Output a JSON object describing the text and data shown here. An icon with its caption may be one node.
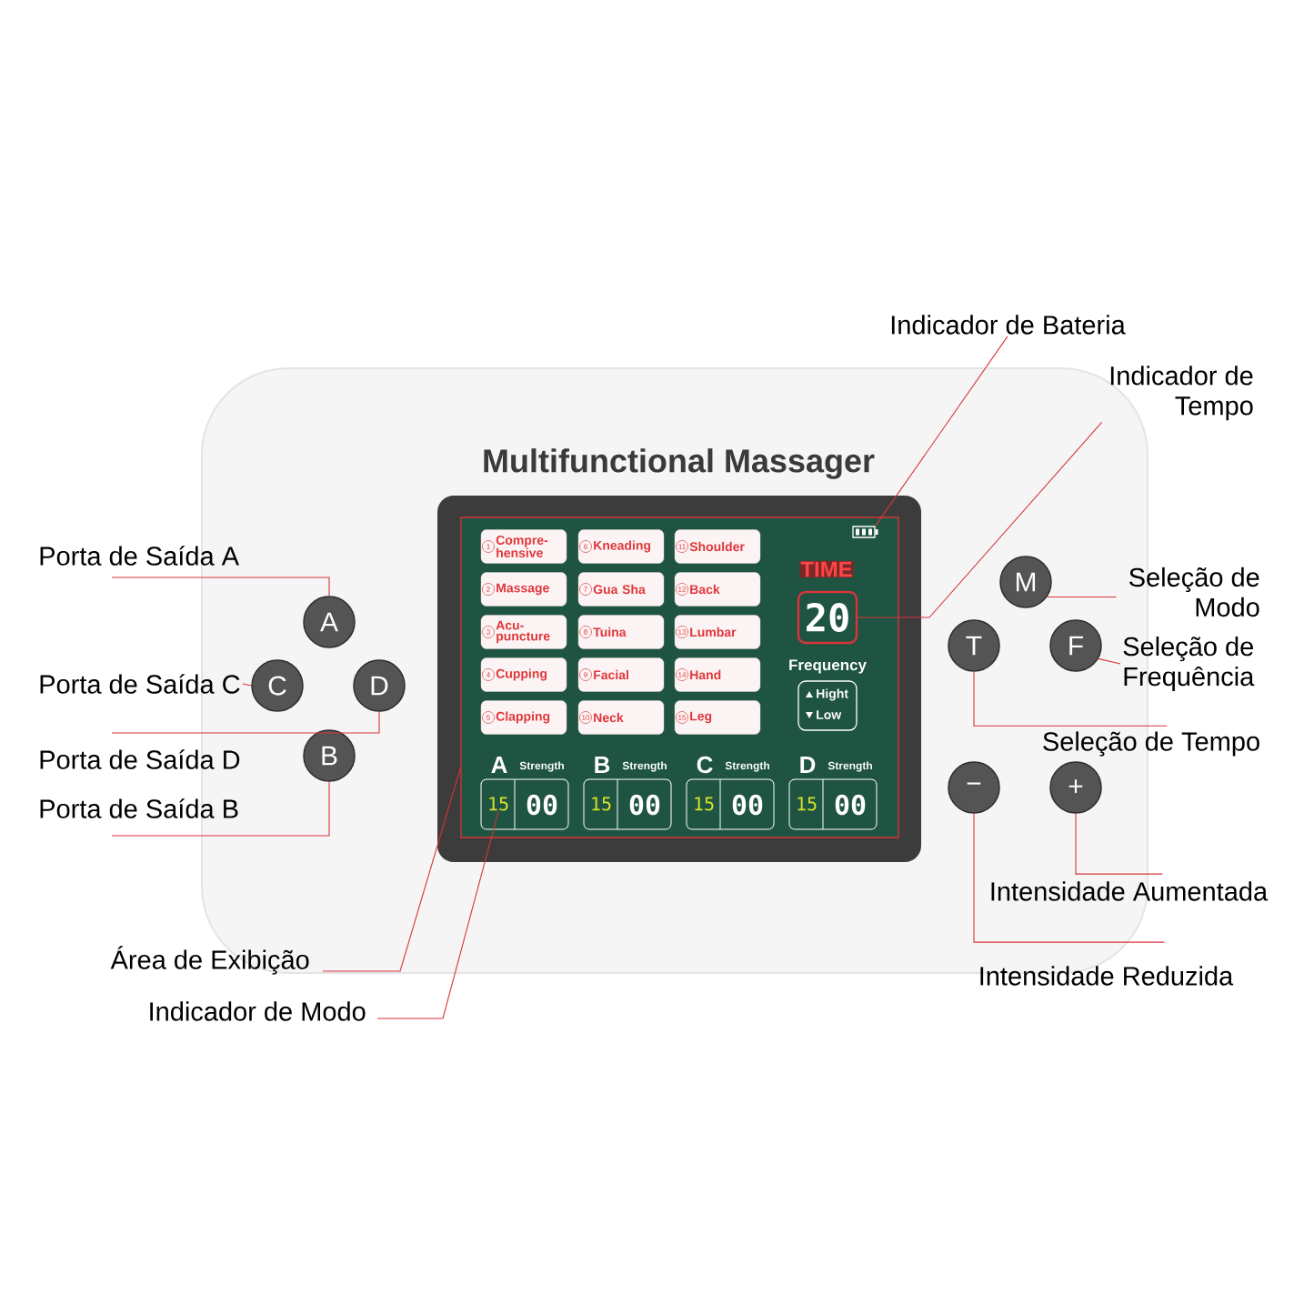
{
  "diagram": {
    "nodes": [
      {
        "text": [
          "Multifunctional Massager"
        ]
      },
      {
        "text": [],
        "shape": "box",
        "in": 0
      },
      {
        "text": [
          "1",
          "Compre- hensive"
        ],
        "in": 1
      },
      {
        "text": [
          "6",
          "Kneading"
        ],
        "in": 1
      },
      {
        "text": [
          "11",
          "Shoulder"
        ],
        "in": 1
      },
      {
        "text": [
          "2",
          "Massage"
        ],
        "in": 1
      },
      {
        "text": [
          "7",
          "Gua Sha"
        ],
        "in": 1
      },
      {
        "text": [
          "12",
          "Back"
        ],
        "in": 1
      },
      {
        "text": [
          "3",
          "Acu- puncture"
        ],
        "in": 1
      },
      {
        "text": [
          "8",
          "Tuina"
        ],
        "in": 1
      },
      {
        "text": [
          "13",
          "Lumbar"
        ],
        "in": 1
      },
      {
        "text": [
          "4",
          "Cupping"
        ],
        "in": 1
      },
      {
        "text": [
          "9",
          "Facial"
        ],
        "in": 1
      },
      {
        "text": [
          "14",
          "Hand"
        ],
        "in": 1
      },
      {
        "text": [
          "5",
          "Clapping"
        ],
        "in": 1
      },
      {
        "text": [
          "10",
          "Neck"
        ],
        "in": 1
      },
      {
        "text": [
          "15",
          "Leg"
        ],
        "in": 1
      },
      {
        "text": [],
        "shape": "picture",
        "in": 1
      },
      {
        "text": [
          "TIME",
          "20"
        ],
        "in": 1
      },
      {
        "text": [
          "Frequency",
          "Hight",
          "Low"
        ],
        "in": 1
      },
      {
        "text": [
          "A",
          "Strength",
          "00"
        ],
        "in": 1
      },
      {
        "text": [
          "B",
          "Strength",
          "00"
        ],
        "in": 1
      },
      {
        "text": [
          "C",
          "Strength",
          "00"
        ],
        "in": 1
      },
      {
        "text": [
          "D",
          "Strength",
          "00"
        ],
        "in": 1
      },
      {
        "text": [
          "15"
        ],
        "in": 20
      },
      {
        "text": [
          "15"
        ],
        "in": 21
      },
      {
        "text": [
          "15"
        ],
        "in": 22
      },
      {
        "text": [
          "15"
        ],
        "in": 23
      },
      {
        "text": [
          "A"
        ],
        "in": 0
      },
      {
        "text": [
          "C"
        ],
        "in": 0
      },
      {
        "text": [
          "D"
        ],
        "in": 0
      },
      {
        "text": [
          "B"
        ],
        "in": 0
      },
      {
        "text": [
          "M"
        ],
        "in": 0
      },
      {
        "text": [
          "T"
        ],
        "in": 0
      },
      {
        "text": [
          "F"
        ],
        "in": 0
      },
      {
        "text": [
          "−"
        ],
        "in": 0
      },
      {
        "text": [
          "+"
        ],
        "in": 0
      },
      {
        "text": [
          "Indicador de Bateria"
        ]
      },
      {
        "text": [
          "Indicador de Tempo"
        ]
      },
      {
        "text": [
          "Porta de Saída A"
        ]
      },
      {
        "text": [
          "Seleção de Modo"
        ]
      },
      {
        "text": [
          "Seleção de Frequência"
        ]
      },
      {
        "text": [
          "Porta de Saída C"
        ]
      },
      {
        "text": [
          "Seleção de Tempo"
        ]
      },
      {
        "text": [
          "Porta de Saída D"
        ]
      },
      {
        "text": [
          "Porta de Saída B"
        ]
      },
      {
        "text": [
          "Intensidade Aumentada"
        ]
      },
      {
        "text": [
          "Área de Exibição"
        ]
      },
      {
        "text": [
          "Intensidade Reduzida"
        ]
      },
      {
        "text": [
          "Indicador de Modo"
        ]
      }
    ],
    "edges": [
      {
        "from": 37,
        "to": 17,
        "arrow": "none"
      },
      {
        "from": 38,
        "to": 18,
        "arrow": "none"
      },
      {
        "from": 39,
        "to": 28,
        "arrow": "none"
      },
      {
        "from": 40,
        "to": 32,
        "arrow": "none"
      },
      {
        "from": 41,
        "to": 34,
        "arrow": "none"
      },
      {
        "from": 42,
        "to": 29,
        "arrow": "none"
      },
      {
        "from": 43,
        "to": 33,
        "arrow": "none"
      },
      {
        "from": 44,
        "to": 30,
        "arrow": "none"
      },
      {
        "from": 45,
        "to": 31,
        "arrow": "none"
      },
      {
        "from": 46,
        "to": 36,
        "arrow": "none"
      },
      {
        "from": 47,
        "to": 1,
        "arrow": "none"
      },
      {
        "from": 48,
        "to": 35,
        "arrow": "none"
      },
      {
        "from": 49,
        "to": 24,
        "arrow": "none"
      }
    ]
  }
}
